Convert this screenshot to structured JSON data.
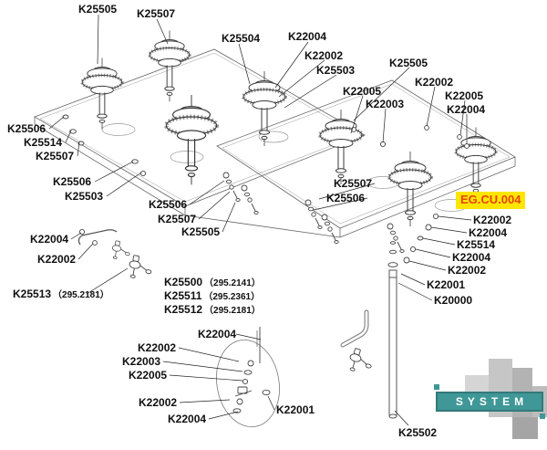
{
  "highlight": {
    "text": "EG.CU.004",
    "bg": "#ffe600",
    "color": "#e8430a"
  },
  "watermark": {
    "text": "SYSTEM",
    "teal": "#2f8f8f",
    "gray": "#adadad"
  },
  "labels": [
    {
      "text": "K25505"
    },
    {
      "text": "K25507"
    },
    {
      "text": "K25504"
    },
    {
      "text": "K22004"
    },
    {
      "text": "K22002"
    },
    {
      "text": "K25503"
    },
    {
      "text": "K25505"
    },
    {
      "text": "K22005"
    },
    {
      "text": "K22002"
    },
    {
      "text": "K22003"
    },
    {
      "text": "K22005"
    },
    {
      "text": "K22004"
    },
    {
      "text": "K25506"
    },
    {
      "text": "K25514"
    },
    {
      "text": "K25507"
    },
    {
      "text": "K25506"
    },
    {
      "text": "K25503"
    },
    {
      "text": "K25506"
    },
    {
      "text": "K25507"
    },
    {
      "text": "K25505"
    },
    {
      "text": "K22004"
    },
    {
      "text": "K22002"
    },
    {
      "text": "K25513",
      "sub": "（295.2181）"
    },
    {
      "text": "K25507"
    },
    {
      "text": "K25506"
    },
    {
      "text": "K22002"
    },
    {
      "text": "K22004"
    },
    {
      "text": "K25514"
    },
    {
      "text": "K22004"
    },
    {
      "text": "K22002"
    },
    {
      "text": "K22001"
    },
    {
      "text": "K20000"
    },
    {
      "text": "K25500",
      "sub": "（295.2141）"
    },
    {
      "text": "K25511",
      "sub": "（295.2361）"
    },
    {
      "text": "K25512",
      "sub": "（295.2181）"
    },
    {
      "text": "K22004"
    },
    {
      "text": "K22002"
    },
    {
      "text": "K22003"
    },
    {
      "text": "K22005"
    },
    {
      "text": "K22002"
    },
    {
      "text": "K22004"
    },
    {
      "text": "K22001"
    },
    {
      "text": "K25502"
    }
  ]
}
